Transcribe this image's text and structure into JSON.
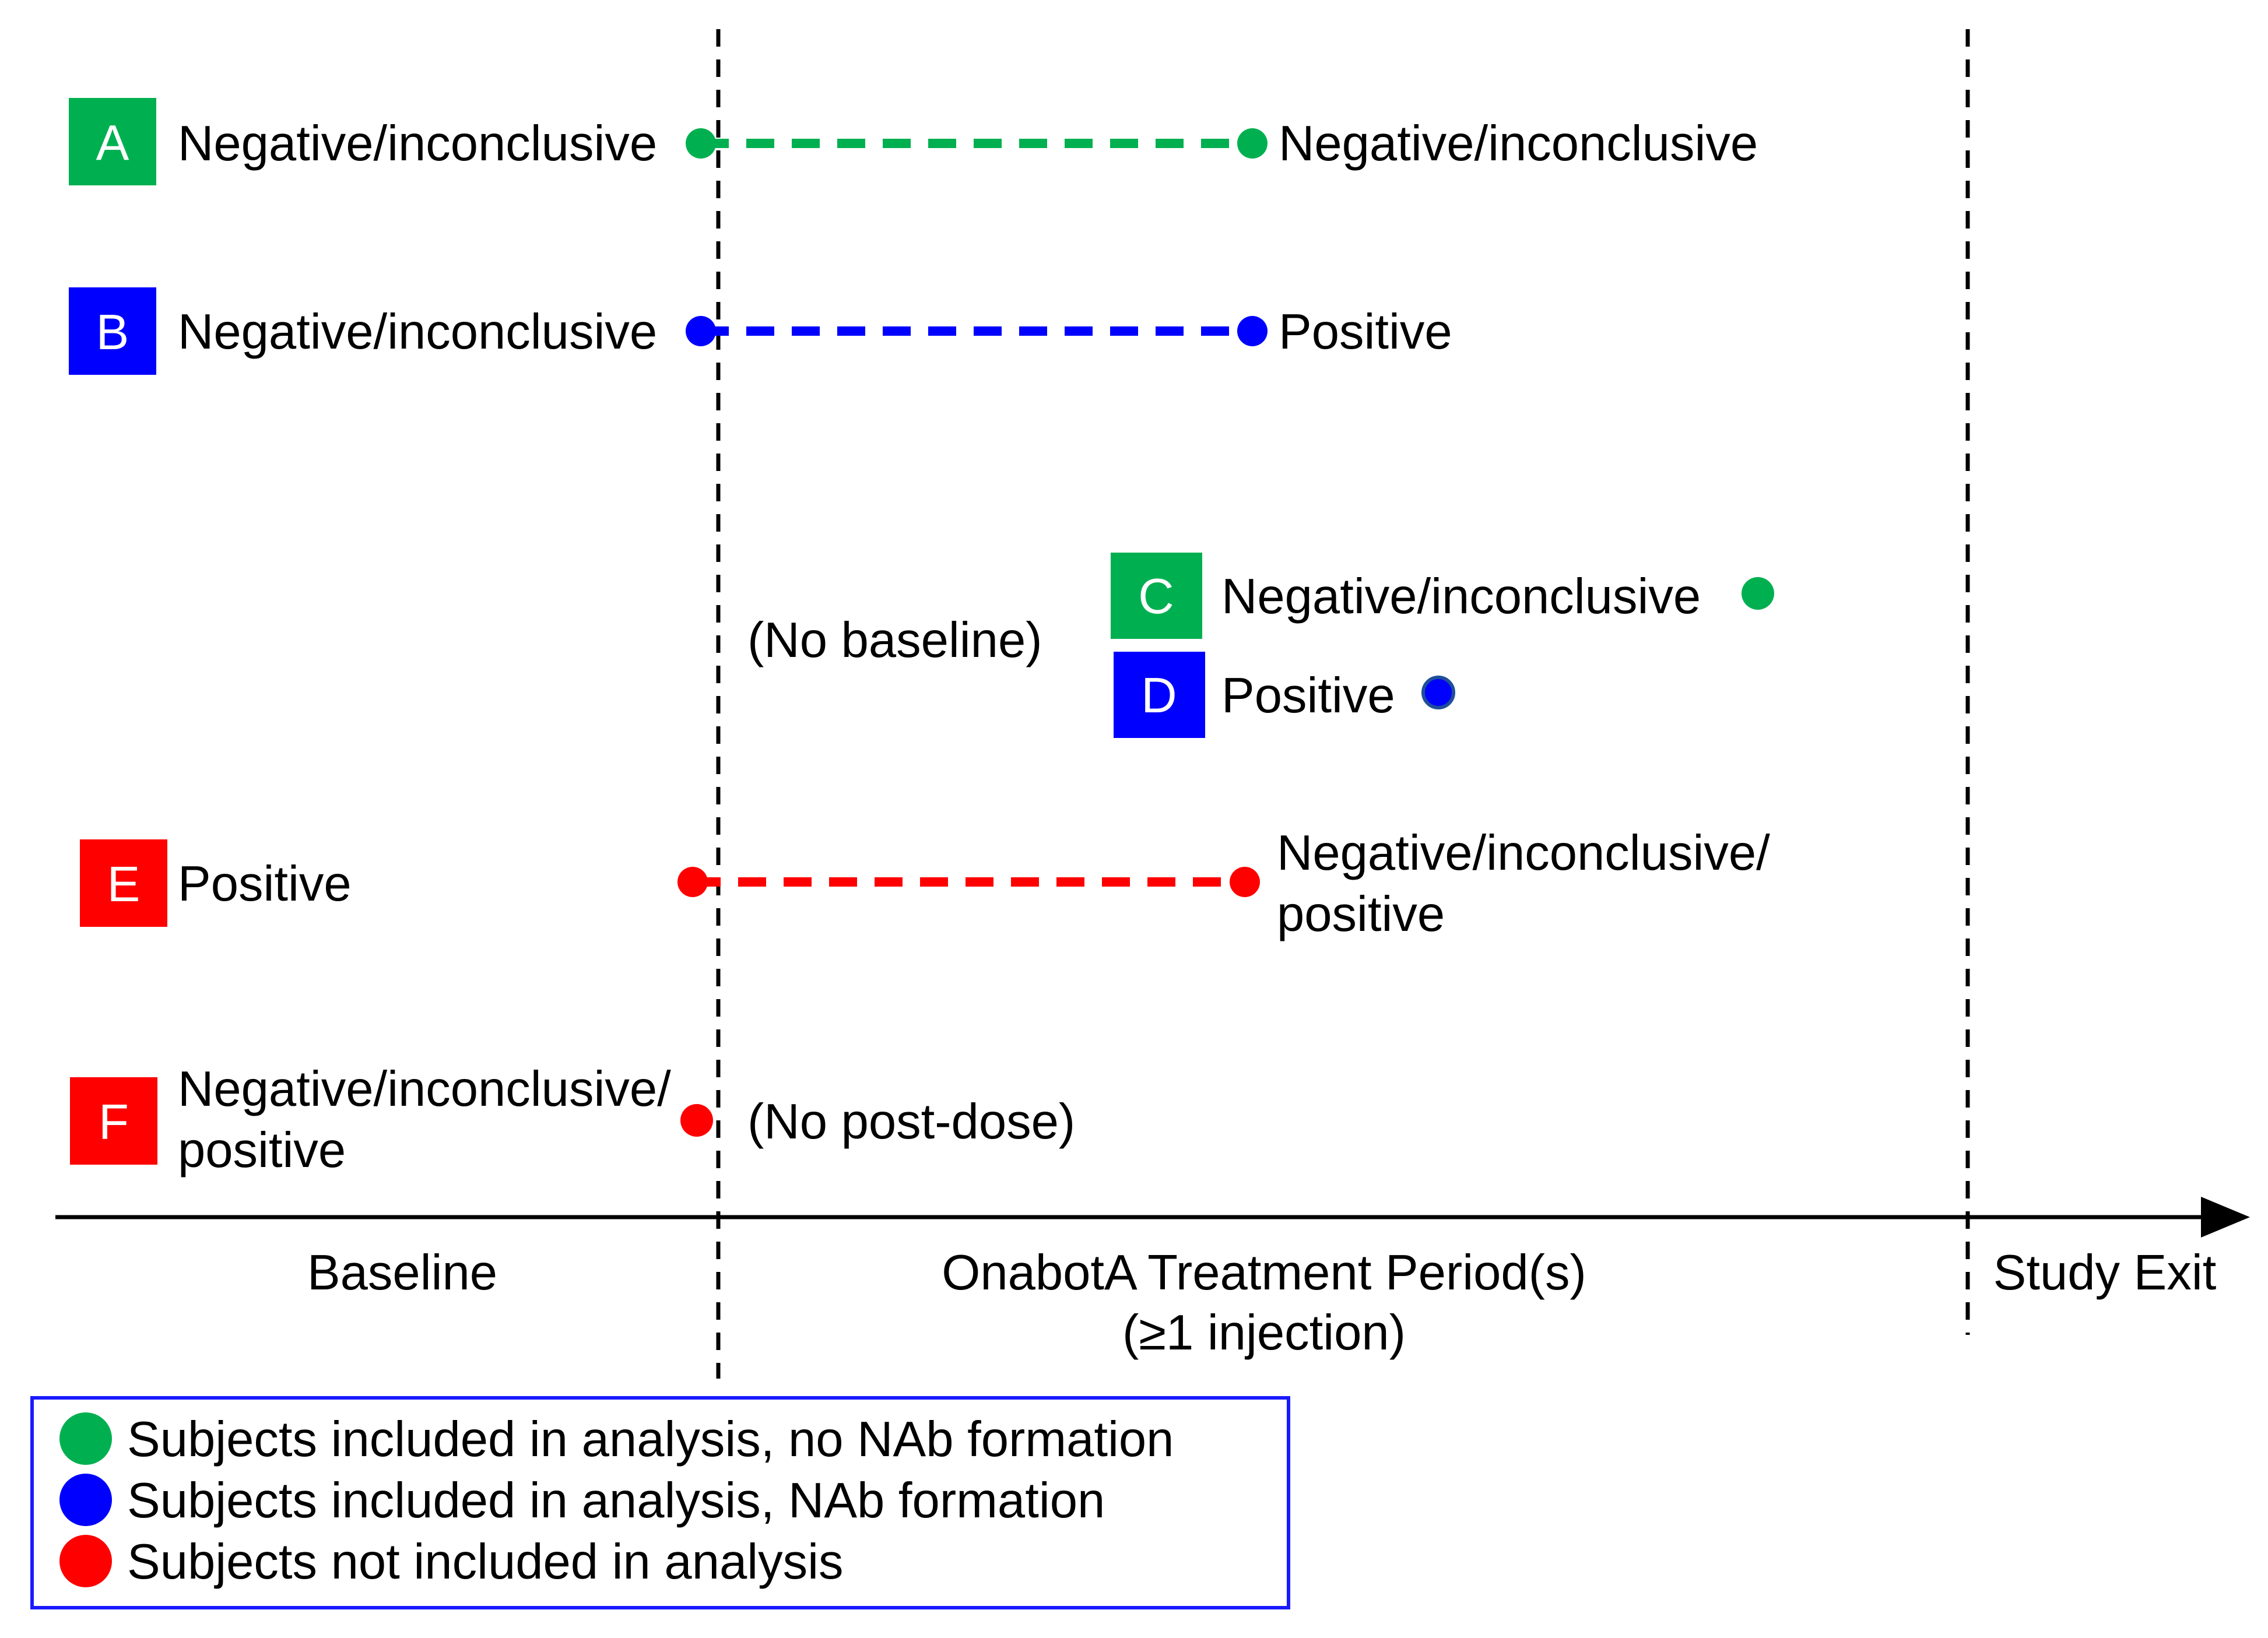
{
  "colors": {
    "green": "#00b050",
    "blue": "#0000ff",
    "red": "#ff0000",
    "line": "#000000",
    "legend_border": "#1a1aff"
  },
  "rows": {
    "A": {
      "badge": "A",
      "baseline": "Negative/inconclusive",
      "post": "Negative/inconclusive"
    },
    "B": {
      "badge": "B",
      "baseline": "Negative/inconclusive",
      "post": "Positive"
    },
    "C": {
      "badge": "C",
      "post": "Negative/inconclusive"
    },
    "D": {
      "badge": "D",
      "post": "Positive"
    },
    "E": {
      "badge": "E",
      "baseline": "Positive",
      "post_line1": "Negative/inconclusive/",
      "post_line2": "positive"
    },
    "F": {
      "badge": "F",
      "baseline_line1": "Negative/inconclusive/",
      "baseline_line2": "positive"
    }
  },
  "notes": {
    "no_baseline": "(No baseline)",
    "no_post_dose": "(No post-dose)"
  },
  "axis": {
    "baseline": "Baseline",
    "treatment_line1": "OnabotA Treatment Period(s)",
    "treatment_line2": "(≥1 injection)",
    "exit": "Study Exit"
  },
  "legend": {
    "items": [
      {
        "label": "Subjects included in analysis, no NAb formation",
        "color": "#00b050"
      },
      {
        "label": "Subjects included in analysis, NAb formation",
        "color": "#0000ff"
      },
      {
        "label": "Subjects not included in analysis",
        "color": "#ff0000"
      }
    ]
  }
}
